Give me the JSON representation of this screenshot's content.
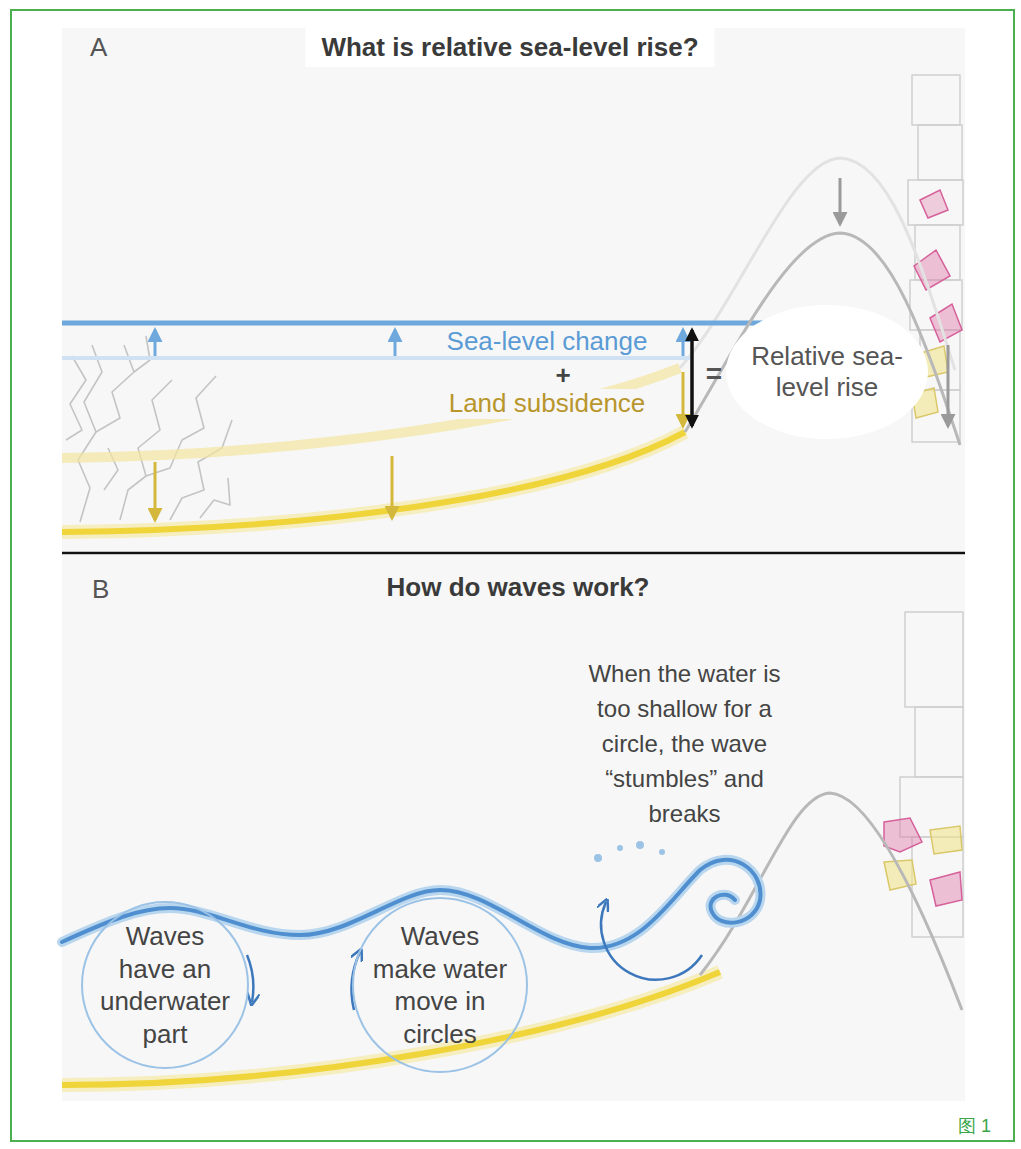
{
  "diagram": {
    "nodes": [
      {
        "text": [
          "Relative sea-level rise"
        ]
      },
      {
        "text": [
          "Waves have an underwater part"
        ]
      },
      {
        "text": [
          "Waves make water move in circles"
        ]
      }
    ],
    "labels": [
      "A",
      "What is relative sea-level rise?",
      "Sea-level change",
      "+",
      "Land subsidence",
      "=",
      "B",
      "How do waves work?",
      "When the water is too shallow for a circle, the wave “stumbles” and breaks",
      "图 1"
    ]
  }
}
